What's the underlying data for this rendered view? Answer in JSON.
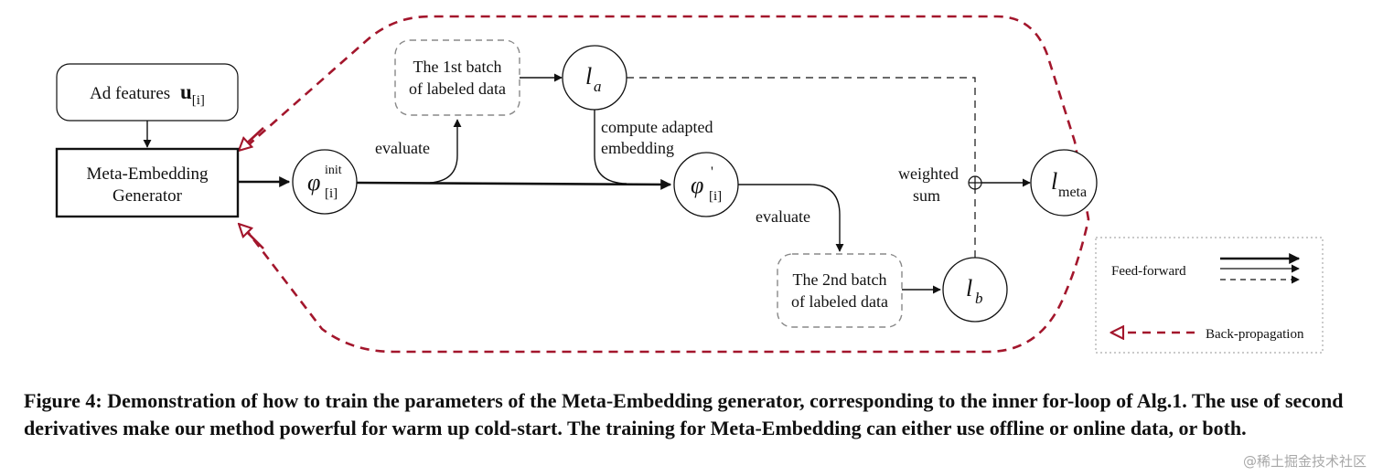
{
  "nodes": {
    "ad_features": {
      "label": "Ad features",
      "symbol": "u",
      "subscript": "[i]"
    },
    "generator": {
      "line1": "Meta-Embedding",
      "line2": "Generator"
    },
    "phi_init": {
      "symbol": "φ",
      "superscript": "init",
      "subscript": "[i]"
    },
    "phi_prime": {
      "symbol": "φ",
      "superscript": "'",
      "subscript": "[i]"
    },
    "batch1": {
      "line1": "The 1st batch",
      "line2": "of labeled data"
    },
    "batch2": {
      "line1": "The 2nd batch",
      "line2": "of labeled data"
    },
    "l_a": {
      "symbol": "l",
      "subscript": "a"
    },
    "l_b": {
      "symbol": "l",
      "subscript": "b"
    },
    "l_meta": {
      "symbol": "l",
      "subscript": "meta"
    }
  },
  "edge_labels": {
    "evaluate_1": "evaluate",
    "evaluate_2": "evaluate",
    "compute_line1": "compute adapted",
    "compute_line2": "embedding",
    "weighted_line1": "weighted",
    "weighted_line2": "sum"
  },
  "legend": {
    "feed_forward": "Feed-forward",
    "back_propagation": "Back-propagation"
  },
  "colors": {
    "back_propagation": "#a3162c",
    "box_dashed": "#888888"
  },
  "caption": "Figure 4: Demonstration of how to train the parameters of the Meta-Embedding generator, corresponding to the inner for-loop of Alg.1. The use of second derivatives make our method powerful for warm up cold-start. The training for Meta-Embedding can either use offline or online data, or both.",
  "watermark": "@稀土掘金技术社区"
}
